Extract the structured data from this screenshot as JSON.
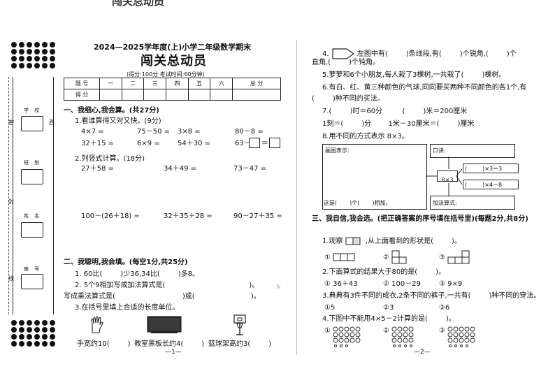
{
  "top_cut_text": "闯关总动员",
  "binding_strip": {
    "labels": [
      "学  校",
      "班  别",
      "姓  名",
      "座  号"
    ],
    "side_left": [
      "密",
      "封",
      "线"
    ],
    "side_right": [
      "西"
    ]
  },
  "header": {
    "subtitle": "2024—2025学年度(上)小学二年级数学期末",
    "title": "闯关总动员",
    "meta": "(得分:100分    考试时间:60分钟)"
  },
  "score_table": {
    "headers": [
      "题  号",
      "一",
      "二",
      "三",
      "四",
      "五",
      "六",
      "总 分"
    ],
    "row_label": "得  分"
  },
  "section1": {
    "title": "一、我细心,我会算。(共27分)",
    "q1_label": "1.看谁算得又对又快。(9分)",
    "q1_rows": [
      [
        "4×7 =",
        "75－50 =",
        "3×8 =",
        "80－8 ="
      ],
      [
        "32＋15 =",
        "6×9 =",
        "54＋30 =",
        "63－"
      ]
    ],
    "q2_label": "2.列竖式计算。(18分)",
    "q2_row1": [
      "27＋58 =",
      "34＋49 =",
      "73－47 ="
    ],
    "q2_row2": [
      "100－(26＋18) =",
      "32＋35＋28 =",
      "90－27＋35 ="
    ]
  },
  "section2": {
    "title": "二、我聪明,我会填。(每空1分,共25分)",
    "q1": [
      "1. 60比(",
      ")少36,34比(",
      ")多8。"
    ],
    "q2a": [
      "2. 5个9相加写成加法算式是(",
      ")。"
    ],
    "q2b": [
      "写成乘法算式是(",
      ")或(",
      ")。"
    ],
    "q3": "3.在括号里填上合适的长度单位。",
    "q3_items": [
      "手宽约10(",
      ")",
      "教室黑板长约4(",
      ")",
      "篮球架高约3(",
      ")"
    ],
    "page_number": "—1—",
    "stray_mark": "),"
  },
  "right": {
    "q4": [
      "4.",
      "左图中有(",
      ")条线段,有(",
      ")个锐角,(",
      ")个"
    ],
    "q4b": [
      "直角,(",
      ")个钝角。"
    ],
    "q5": [
      "5.萝萝和6个小朋友,每人栽了3棵树,一共栽了(",
      ")棵树。"
    ],
    "q6a": "6.有白、红、黄三种颜色的气球,同同要买两种不同颜色的各1个,有",
    "q6b": [
      "(",
      ")种不同的买法。"
    ],
    "q7a": [
      "7.(",
      ")时＝60分",
      "(",
      ")米＝200厘米"
    ],
    "q7b": [
      "1刻＝(",
      ")分",
      "1米－30厘米＝(",
      ")厘米"
    ],
    "q8": "8.用不同的方式表示 8×3。",
    "draw_label": "画图表示:",
    "draw_bottom": [
      "这是(",
      ")个(",
      ")相加。"
    ],
    "center_expr": "8×3",
    "koujue_label": "口诀:",
    "mult_rows": [
      [
        "(",
        ")×3＝3"
      ],
      [
        "(",
        ")×4－8"
      ]
    ],
    "add_label": "加法算式:"
  },
  "section3": {
    "title": "三、我自信,我会选。(把正确答案的序号填在括号里)(每题2分,共8分)",
    "q1": [
      "1.观察",
      ",从上面看到的形状是(",
      ")。"
    ],
    "q1_opts": [
      "①",
      "②",
      "③"
    ],
    "q2": [
      "2.下面算式的结果大于80的是(",
      ")。"
    ],
    "q2_opts": [
      "① 36＋43",
      "② 100－29",
      "③ 9×9"
    ],
    "q3": [
      "3.典典有3件不同的成衣,2条不同的裤子,一共有(",
      ")种不同的穿法。"
    ],
    "q3_opts": [
      "①5",
      "②3",
      "③6"
    ],
    "q4": [
      "4.下图中不能用4×5－2计算的是(",
      ")。"
    ],
    "q4_opts": [
      "①",
      "②",
      "③"
    ],
    "page_number": "—2—"
  }
}
